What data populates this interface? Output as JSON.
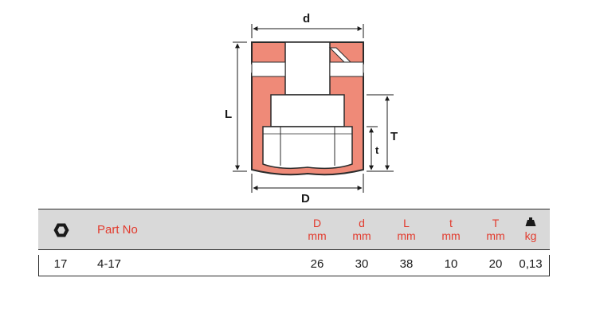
{
  "drawing": {
    "labels": {
      "d": "d",
      "D": "D",
      "L": "L",
      "T": "T",
      "t": "t"
    },
    "fill_color": "#ef8a78",
    "outline_color": "#2b2b2b"
  },
  "table": {
    "header": {
      "icon_hex": "hexagon-icon",
      "part_no": "Part No",
      "D": {
        "name": "D",
        "unit": "mm"
      },
      "d": {
        "name": "d",
        "unit": "mm"
      },
      "L": {
        "name": "L",
        "unit": "mm"
      },
      "t": {
        "name": "t",
        "unit": "mm"
      },
      "T": {
        "name": "T",
        "unit": "mm"
      },
      "icon_weight": "weight-icon",
      "kg": "kg"
    },
    "row": {
      "size": "17",
      "part_no": "4-17",
      "D": "26",
      "d": "30",
      "L": "38",
      "t": "10",
      "T": "20",
      "kg": "0,13"
    },
    "accent_color": "#e23b2e",
    "header_bg": "#d9d9d9"
  }
}
